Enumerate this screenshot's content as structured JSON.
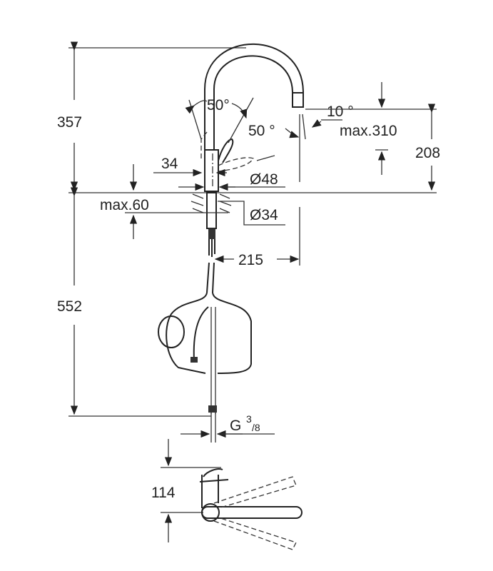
{
  "dimensions": {
    "total_height": "357",
    "spout_height": "208",
    "spout_angle": "10 °",
    "max_reach": "max.310",
    "lever_angle_left": "50°",
    "lever_angle_right": "50 °",
    "body_width": "34",
    "base_diameter": "Ø48",
    "max_counter_thickness": "max.60",
    "hole_diameter": "Ø34",
    "spout_reach": "215",
    "hose_length": "552",
    "connection_prefix": "G",
    "connection_num": "3",
    "connection_den": "/8",
    "lever_clearance": "114"
  }
}
